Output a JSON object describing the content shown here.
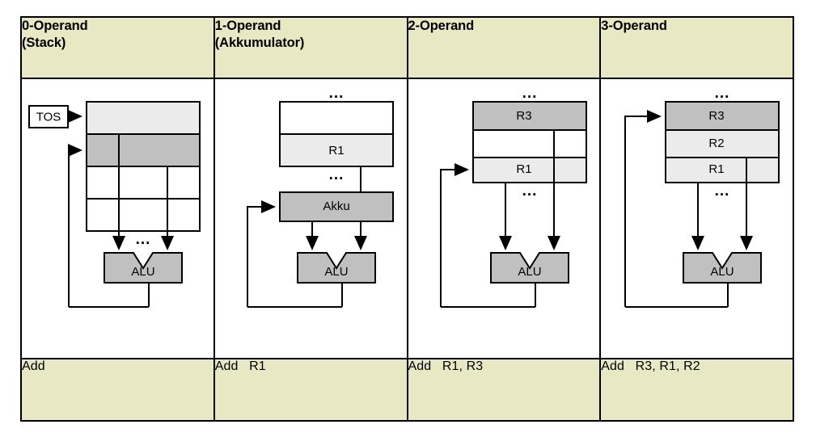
{
  "diagram": {
    "title": "Operand count instruction formats",
    "colors": {
      "header_bg": "#e8e8c4",
      "cell_light": "#ebebeb",
      "cell_medium": "#c0c0c0",
      "cell_white": "#ffffff",
      "stroke": "#000000"
    },
    "columns": [
      {
        "id": "col0",
        "header": "0-Operand\n(Stack)",
        "instruction": "Add",
        "pointer_label": "TOS",
        "alu_label": "ALU",
        "ellipsis": "...",
        "storage_name": "stack",
        "cells": [
          {
            "label": "",
            "fill": "light"
          },
          {
            "label": "",
            "fill": "medium"
          },
          {
            "label": "",
            "fill": "white"
          },
          {
            "label": "",
            "fill": "white"
          }
        ]
      },
      {
        "id": "col1",
        "header": "1-Operand\n(Akkumulator)",
        "instruction": "Add   R1",
        "pointer_label": "",
        "alu_label": "ALU",
        "accumulator_label": "Akku",
        "ellipsis": "...",
        "storage_name": "register-file",
        "cells": [
          {
            "label": "",
            "fill": "white"
          },
          {
            "label": "R1",
            "fill": "light"
          }
        ]
      },
      {
        "id": "col2",
        "header": "2-Operand",
        "instruction": "Add   R1, R3",
        "pointer_label": "",
        "alu_label": "ALU",
        "ellipsis": "...",
        "storage_name": "register-file",
        "cells": [
          {
            "label": "R3",
            "fill": "medium"
          },
          {
            "label": "",
            "fill": "white"
          },
          {
            "label": "R1",
            "fill": "light"
          }
        ]
      },
      {
        "id": "col3",
        "header": "3-Operand",
        "instruction": "Add   R3, R1, R2",
        "pointer_label": "",
        "alu_label": "ALU",
        "ellipsis": "...",
        "storage_name": "register-file",
        "cells": [
          {
            "label": "R3",
            "fill": "medium"
          },
          {
            "label": "R2",
            "fill": "light"
          },
          {
            "label": "R1",
            "fill": "light"
          }
        ]
      }
    ]
  }
}
